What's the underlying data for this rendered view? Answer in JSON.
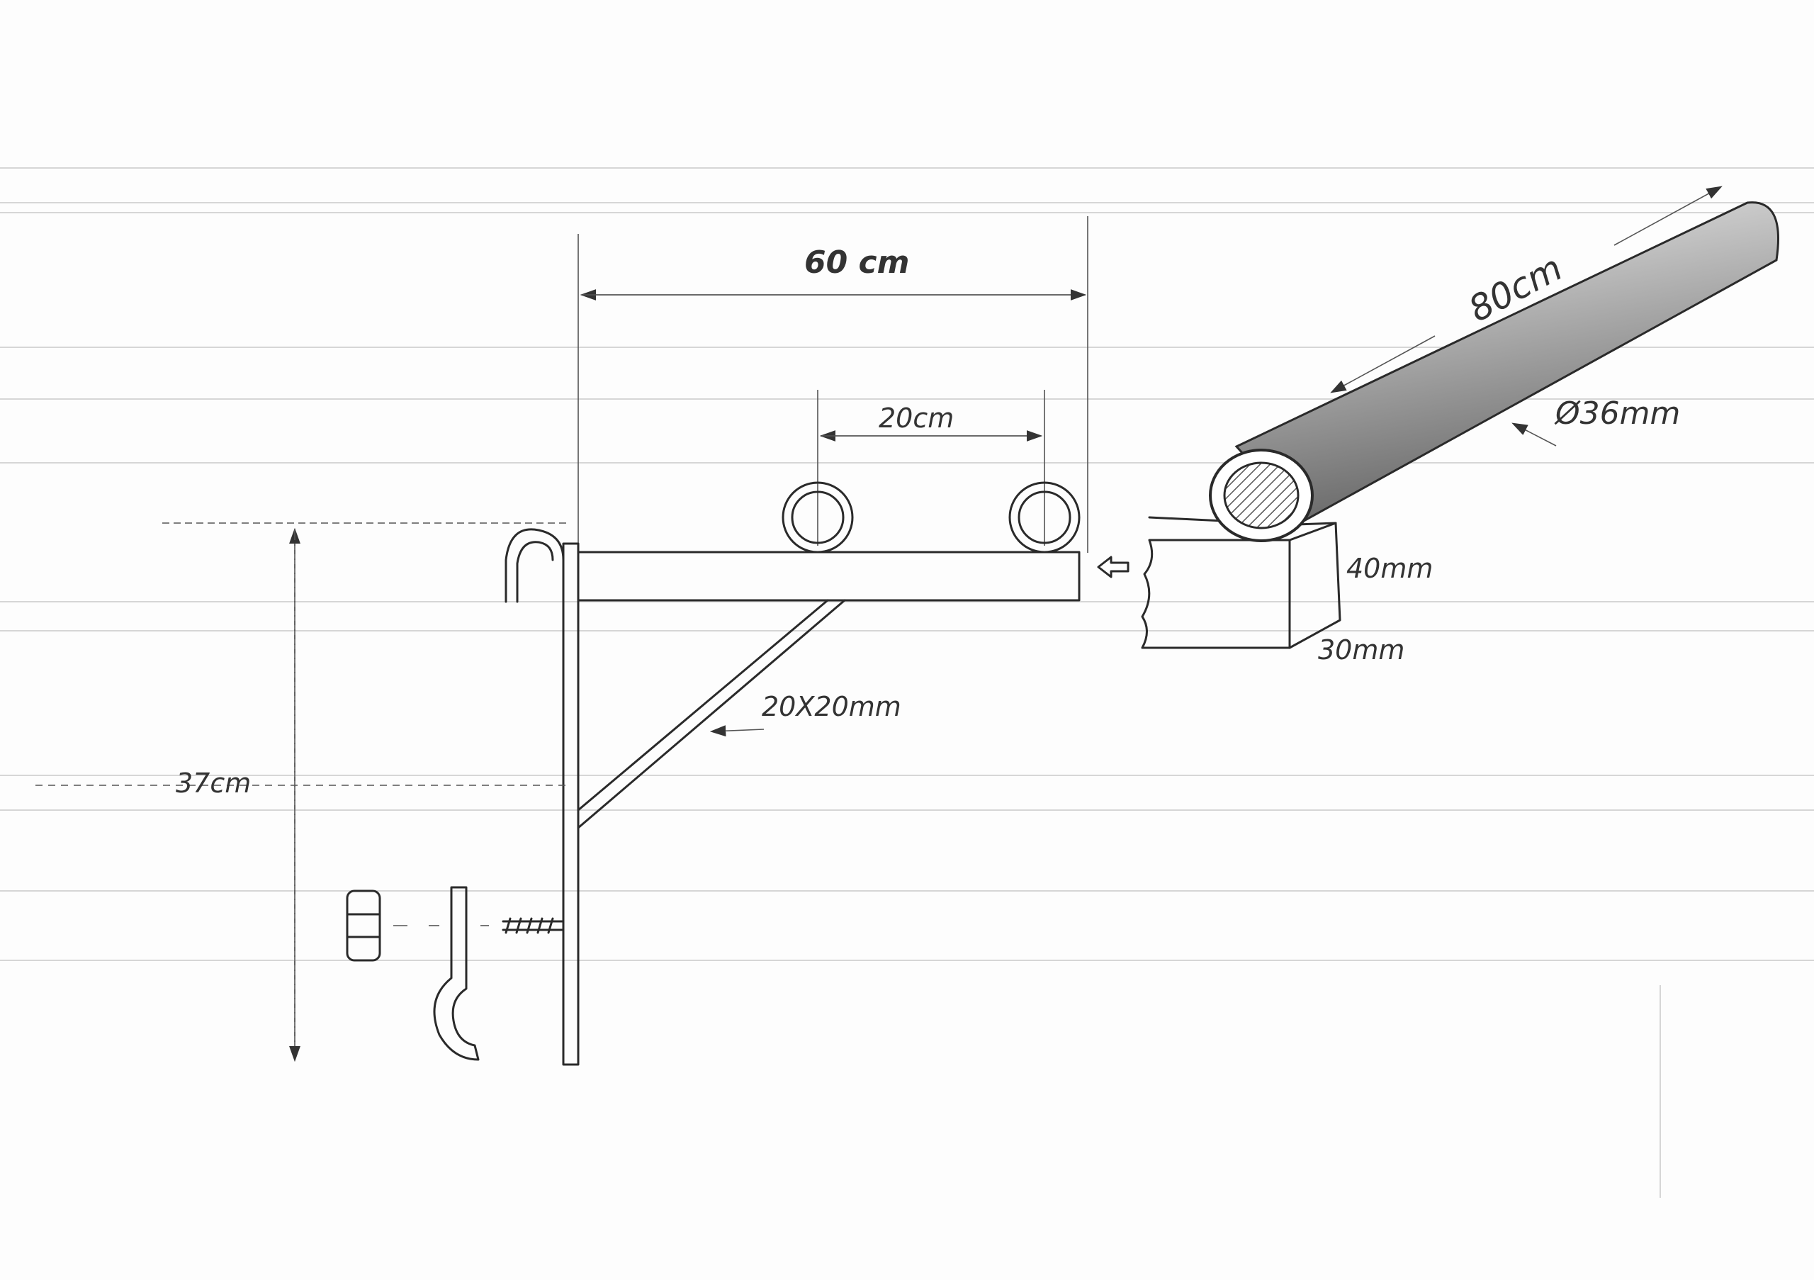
{
  "drawing": {
    "width_label": "60 cm",
    "spacing_label": "20cm",
    "height_label": "37cm",
    "brace_label": "20X20mm",
    "pipe_length_label": "80cm",
    "pipe_diameter_label": "Ø36mm",
    "rail_height_label": "40mm",
    "rail_width_label": "30mm"
  }
}
